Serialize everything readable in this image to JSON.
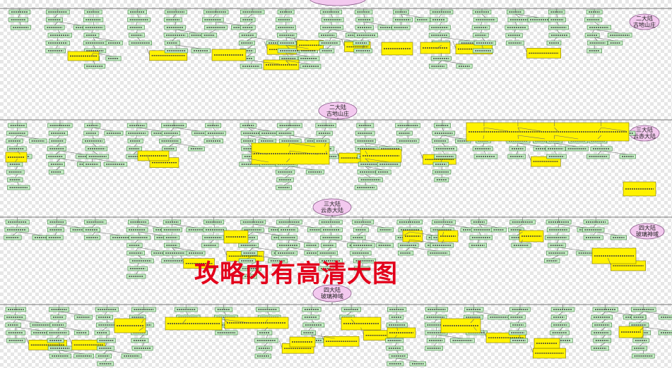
{
  "watermark": "攻略内有高清大图",
  "hubs": [
    {
      "id": "c2",
      "lines": [
        "二大陆",
        "古地山庄"
      ]
    },
    {
      "id": "c3",
      "lines": [
        "三大陆",
        "云赤大陆"
      ]
    },
    {
      "id": "c4",
      "lines": [
        "四大陆",
        "玻璃神域"
      ]
    }
  ],
  "side_labels": [
    {
      "id": "s2",
      "lines": [
        "二大陆",
        "古地山庄"
      ]
    },
    {
      "id": "s3",
      "lines": [
        "三大陆",
        "云赤大陆"
      ]
    },
    {
      "id": "s4",
      "lines": [
        "四大陆",
        "玻璃神域"
      ]
    }
  ],
  "colors": {
    "task_node": "#c6efc6",
    "npc_node": "#fff200",
    "hub": "#f3c9ef",
    "watermark": "#e3001b"
  }
}
